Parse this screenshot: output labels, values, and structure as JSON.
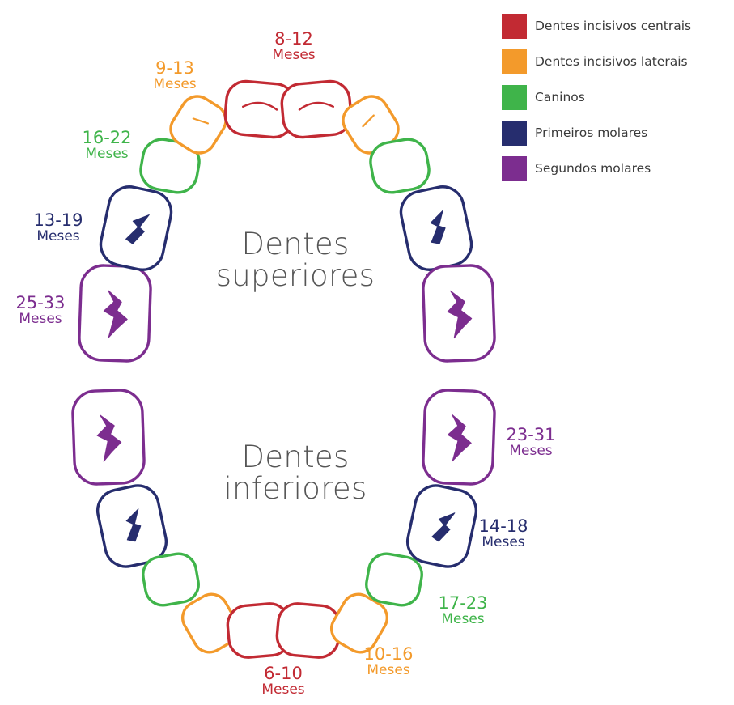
{
  "legend": [
    {
      "label": "Dentes incisivos centrais",
      "color": "#c22a33"
    },
    {
      "label": "Dentes incisivos laterais",
      "color": "#f39a2b"
    },
    {
      "label": "Caninos",
      "color": "#3fb44a"
    },
    {
      "label": "Primeiros molares",
      "color": "#262d6e"
    },
    {
      "label": "Segundos molares",
      "color": "#7c2d8f"
    }
  ],
  "arches": {
    "upper_line1": "Dentes",
    "upper_line2": "superiores",
    "lower_line1": "Dentes",
    "lower_line2": "inferiores"
  },
  "ages": {
    "upper_central": {
      "range": "8-12",
      "unit": "Meses",
      "color": "#c22a33"
    },
    "upper_lateral": {
      "range": "9-13",
      "unit": "Meses",
      "color": "#f39a2b"
    },
    "upper_canine": {
      "range": "16-22",
      "unit": "Meses",
      "color": "#3fb44a"
    },
    "upper_first_molar": {
      "range": "13-19",
      "unit": "Meses",
      "color": "#262d6e"
    },
    "upper_second_molar": {
      "range": "25-33",
      "unit": "Meses",
      "color": "#7c2d8f"
    },
    "lower_second_molar": {
      "range": "23-31",
      "unit": "Meses",
      "color": "#7c2d8f"
    },
    "lower_first_molar": {
      "range": "14-18",
      "unit": "Meses",
      "color": "#262d6e"
    },
    "lower_canine": {
      "range": "17-23",
      "unit": "Meses",
      "color": "#3fb44a"
    },
    "lower_lateral": {
      "range": "10-16",
      "unit": "Meses",
      "color": "#f39a2b"
    },
    "lower_central": {
      "range": "6-10",
      "unit": "Meses",
      "color": "#c22a33"
    }
  }
}
